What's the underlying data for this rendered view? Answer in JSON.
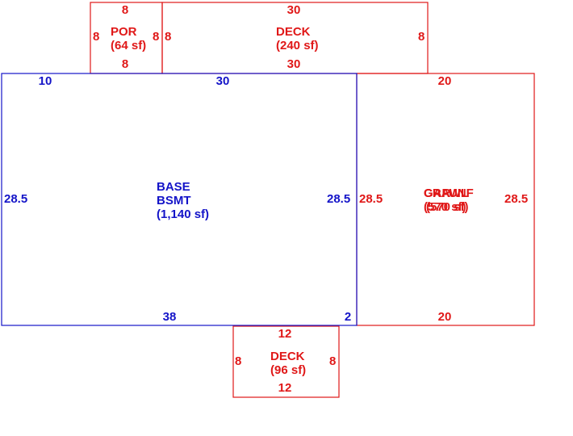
{
  "areas": {
    "porch": {
      "name": "POR",
      "area": "(64 sf)",
      "dims": {
        "top": "8",
        "bottom": "8",
        "left": "8",
        "right": "8"
      },
      "color": "#e01818"
    },
    "deck_top": {
      "name": "DECK",
      "area": "(240 sf)",
      "dims": {
        "top": "30",
        "bottom": "30",
        "left": "8",
        "right": "8"
      },
      "color": "#e01818"
    },
    "base": {
      "name": "BASE",
      "name2": "BSMT",
      "area": "(1,140 sf)",
      "dims": {
        "top_left": "10",
        "top": "30",
        "left": "28.5",
        "right": "28.5",
        "bottom": "38",
        "bottom_right": "2"
      },
      "color": "#1414c8"
    },
    "garage": {
      "name_a": "GAR",
      "name_b": "CRAWL",
      "name_c": "UNF",
      "area_a": "(570 sf)",
      "area_b": "(570 sf)",
      "dims": {
        "top": "20",
        "bottom": "20",
        "left": "28.5",
        "right": "28.5"
      },
      "color": "#e01818"
    },
    "deck_bottom": {
      "name": "DECK",
      "area": "(96 sf)",
      "dims": {
        "top": "12",
        "bottom": "12",
        "left": "8",
        "right": "8"
      },
      "color": "#e01818"
    }
  }
}
